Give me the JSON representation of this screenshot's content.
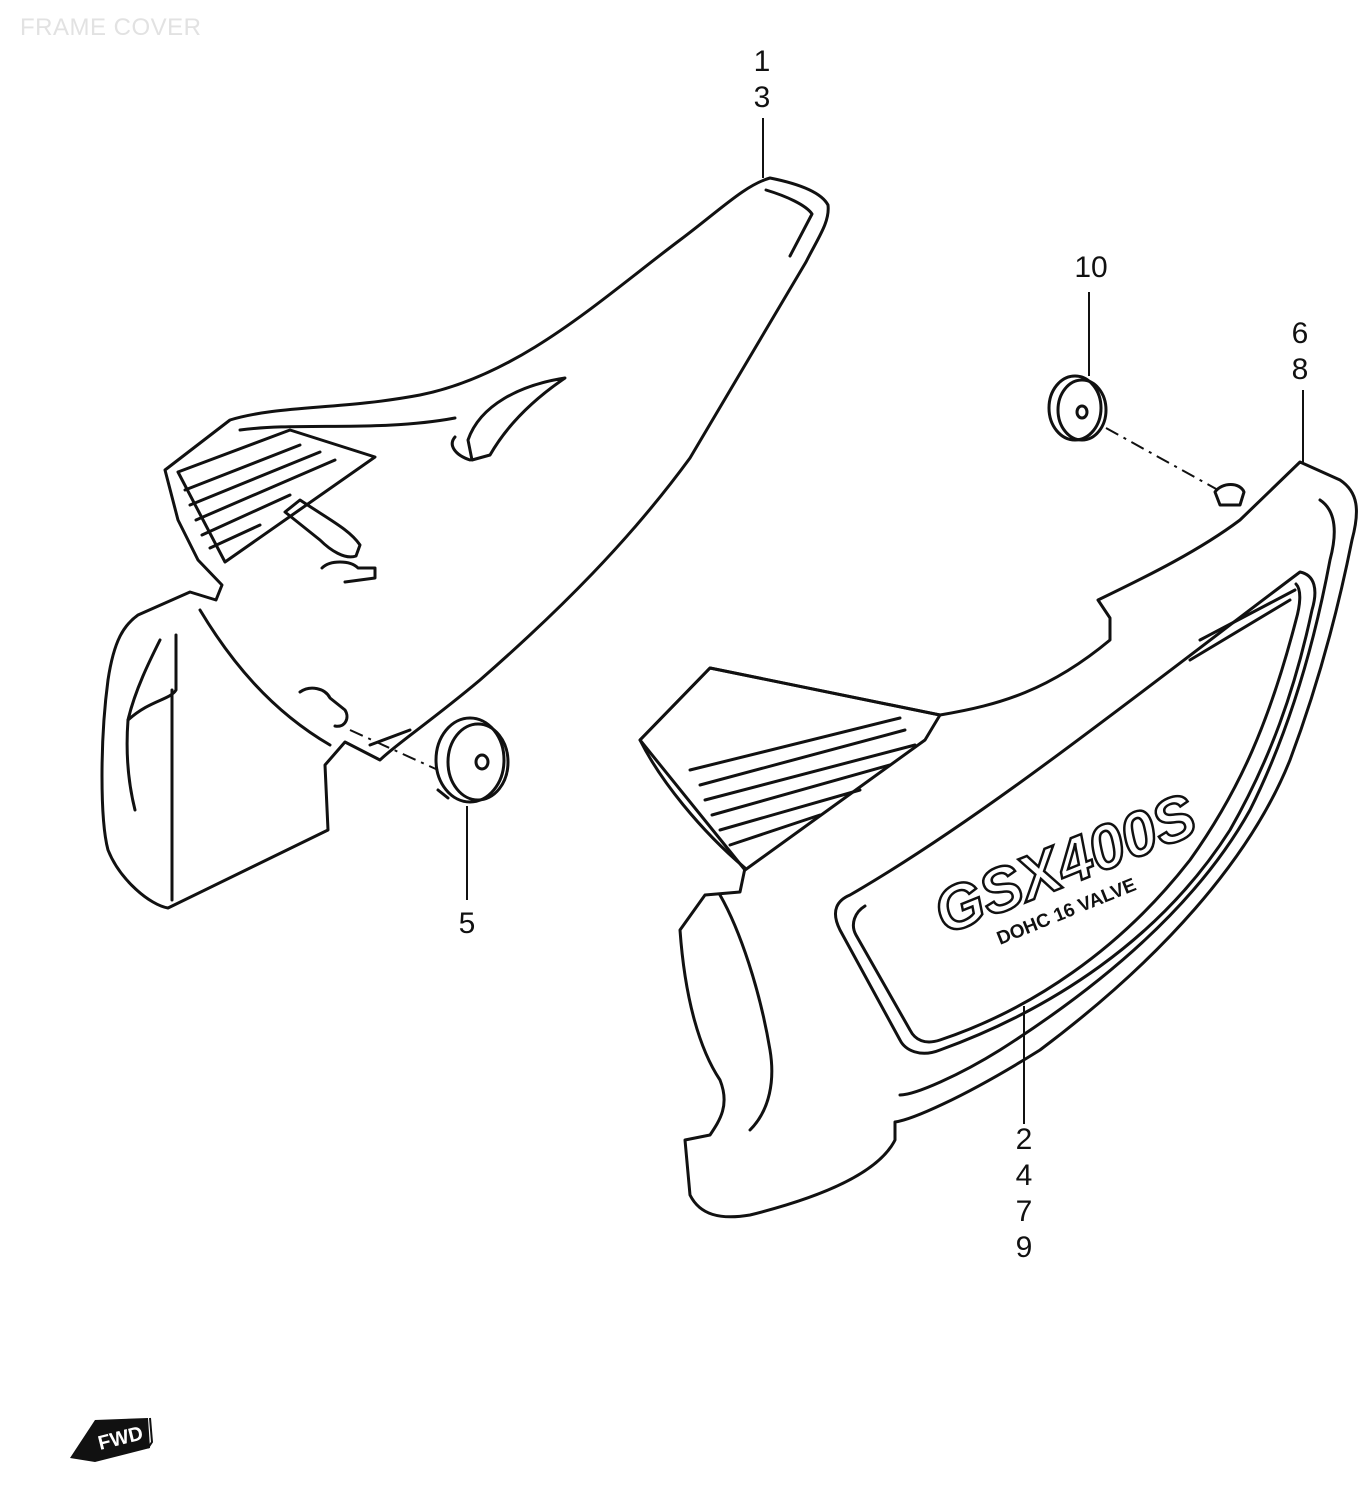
{
  "title": "FRAME COVER",
  "callouts": {
    "left_cover": [
      "1",
      "3"
    ],
    "left_grommet": "5",
    "right_grommet": "10",
    "right_cover_top": [
      "6",
      "8"
    ],
    "right_cover_bottom": [
      "2",
      "4",
      "7",
      "9"
    ]
  },
  "emblem": {
    "model": "GSX400S",
    "sub": "DOHC 16 VALVE"
  },
  "fwd_label": "FWD"
}
